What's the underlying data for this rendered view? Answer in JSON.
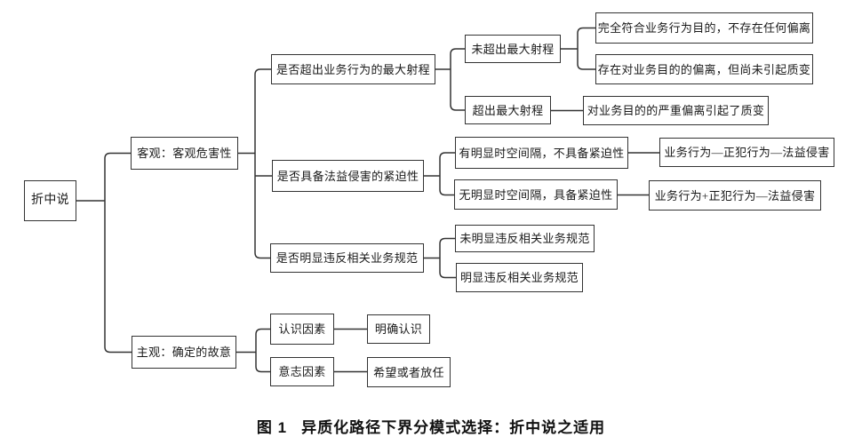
{
  "figure": {
    "nodes": {
      "root": "折中说",
      "objective": "客观：客观危害性",
      "subjective": "主观：确定的故意",
      "q_range": "是否超出业务行为的最大射程",
      "q_urgency": "是否具备法益侵害的紧迫性",
      "q_norm": "是否明显违反相关业务规范",
      "not_exceed": "未超出最大射程",
      "exceed": "超出最大射程",
      "full_comply": "完全符合业务行为目的，不存在任何偏离",
      "deviation_no_change": "存在对业务目的的偏离，但尚未引起质变",
      "serious_deviation": "对业务目的的严重偏离引起了质变",
      "gap_yes": "有明显时空间隔，不具备紧迫性",
      "gap_no": "无明显时空间隔，具备紧迫性",
      "chain_separate": "业务行为—正犯行为—法益侵害",
      "chain_joint": "业务行为+正犯行为—法益侵害",
      "norm_not_violated": "未明显违反相关业务规范",
      "norm_violated": "明显违反相关业务规范",
      "cognition_factor": "认识因素",
      "clear_cognition": "明确认识",
      "volition_factor": "意志因素",
      "hope_or_acquiesce": "希望或者放任"
    },
    "caption": {
      "label": "图 1",
      "title": "异质化路径下界分模式选择：折中说之适用"
    },
    "colors": {
      "line": "#333333",
      "text": "#1a1a1a",
      "background": "#ffffff"
    }
  }
}
